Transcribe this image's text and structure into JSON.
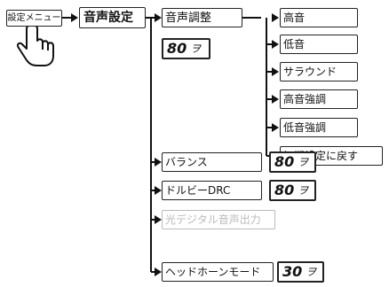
{
  "menu_button": {
    "label": "設定メニュー"
  },
  "level1": {
    "label": "音声設定"
  },
  "sound_adjust": {
    "label": "音声調整",
    "value": "80",
    "value_suffix": "ヲ",
    "sub_items": [
      "高音",
      "低音",
      "サラウンド",
      "高音強調",
      "低音強調",
      "初期設定に戻す"
    ]
  },
  "balance": {
    "label": "バランス",
    "value": "80",
    "value_suffix": "ヲ"
  },
  "dolby_drc": {
    "label": "ドルビーDRC",
    "value": "80",
    "value_suffix": "ヲ"
  },
  "optical_output": {
    "label": "光デジタル音声出力",
    "disabled": true
  },
  "headphone_mode": {
    "label": "ヘッドホーンモード",
    "value": "30",
    "value_suffix": "ヲ"
  },
  "colors": {
    "line": "#111111",
    "disabled": "#bbbbbb"
  }
}
